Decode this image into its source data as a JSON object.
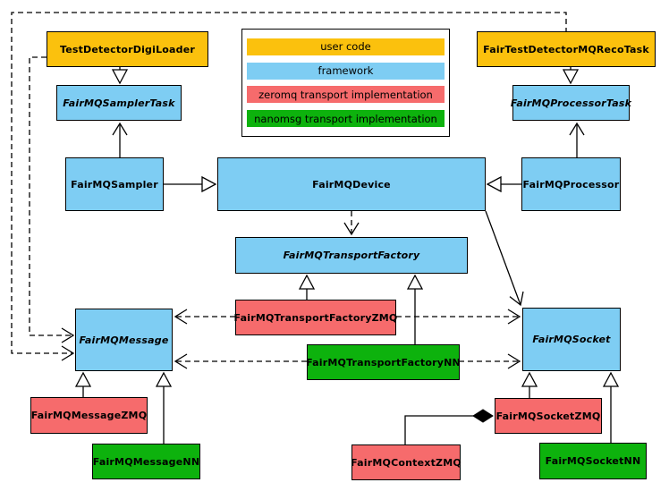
{
  "legend": {
    "items": [
      {
        "label": "user code",
        "category": "usercode"
      },
      {
        "label": "framework",
        "category": "framework"
      },
      {
        "label": "zeromq transport implementation",
        "category": "zeromq"
      },
      {
        "label": "nanomsg transport implementation",
        "category": "nanomsg"
      }
    ]
  },
  "colors": {
    "usercode": "#FBC10D",
    "framework": "#7ECDF3",
    "zeromq": "#F66B6C",
    "nanomsg": "#0DB20D",
    "border": "#000000",
    "background": "#FFFFFF"
  },
  "nodes": [
    {
      "id": "TestDetectorDigiLoader",
      "label": "TestDetectorDigiLoader",
      "category": "usercode",
      "abstract": false
    },
    {
      "id": "FairMQSamplerTask",
      "label": "FairMQSamplerTask",
      "category": "framework",
      "abstract": true
    },
    {
      "id": "FairTestDetectorMQRecoTask",
      "label": "FairTestDetectorMQRecoTask",
      "category": "usercode",
      "abstract": false
    },
    {
      "id": "FairMQProcessorTask",
      "label": "FairMQProcessorTask",
      "category": "framework",
      "abstract": true
    },
    {
      "id": "FairMQSampler",
      "label": "FairMQSampler",
      "category": "framework",
      "abstract": false
    },
    {
      "id": "FairMQDevice",
      "label": "FairMQDevice",
      "category": "framework",
      "abstract": false
    },
    {
      "id": "FairMQProcessor",
      "label": "FairMQProcessor",
      "category": "framework",
      "abstract": false
    },
    {
      "id": "FairMQTransportFactory",
      "label": "FairMQTransportFactory",
      "category": "framework",
      "abstract": true
    },
    {
      "id": "FairMQTransportFactoryZMQ",
      "label": "FairMQTransportFactoryZMQ",
      "category": "zeromq",
      "abstract": false
    },
    {
      "id": "FairMQTransportFactoryNN",
      "label": "FairMQTransportFactoryNN",
      "category": "nanomsg",
      "abstract": false
    },
    {
      "id": "FairMQMessage",
      "label": "FairMQMessage",
      "category": "framework",
      "abstract": true
    },
    {
      "id": "FairMQSocket",
      "label": "FairMQSocket",
      "category": "framework",
      "abstract": true
    },
    {
      "id": "FairMQMessageZMQ",
      "label": "FairMQMessageZMQ",
      "category": "zeromq",
      "abstract": false
    },
    {
      "id": "FairMQMessageNN",
      "label": "FairMQMessageNN",
      "category": "nanomsg",
      "abstract": false
    },
    {
      "id": "FairMQContextZMQ",
      "label": "FairMQContextZMQ",
      "category": "zeromq",
      "abstract": false
    },
    {
      "id": "FairMQSocketZMQ",
      "label": "FairMQSocketZMQ",
      "category": "zeromq",
      "abstract": false
    },
    {
      "id": "FairMQSocketNN",
      "label": "FairMQSocketNN",
      "category": "nanomsg",
      "abstract": false
    }
  ],
  "edges": [
    {
      "from": "TestDetectorDigiLoader",
      "to": "FairMQSamplerTask",
      "type": "inheritance"
    },
    {
      "from": "FairTestDetectorMQRecoTask",
      "to": "FairMQProcessorTask",
      "type": "inheritance"
    },
    {
      "from": "FairMQSampler",
      "to": "FairMQDevice",
      "type": "inheritance"
    },
    {
      "from": "FairMQProcessor",
      "to": "FairMQDevice",
      "type": "inheritance"
    },
    {
      "from": "FairMQTransportFactoryZMQ",
      "to": "FairMQTransportFactory",
      "type": "inheritance"
    },
    {
      "from": "FairMQTransportFactoryNN",
      "to": "FairMQTransportFactory",
      "type": "inheritance"
    },
    {
      "from": "FairMQMessageZMQ",
      "to": "FairMQMessage",
      "type": "inheritance"
    },
    {
      "from": "FairMQMessageNN",
      "to": "FairMQMessage",
      "type": "inheritance"
    },
    {
      "from": "FairMQSocketZMQ",
      "to": "FairMQSocket",
      "type": "inheritance"
    },
    {
      "from": "FairMQSocketNN",
      "to": "FairMQSocket",
      "type": "inheritance"
    },
    {
      "from": "FairMQSampler",
      "to": "FairMQSamplerTask",
      "type": "association"
    },
    {
      "from": "FairMQProcessor",
      "to": "FairMQProcessorTask",
      "type": "association"
    },
    {
      "from": "FairMQDevice",
      "to": "FairMQSocket",
      "type": "association"
    },
    {
      "from": "FairMQDevice",
      "to": "FairMQTransportFactory",
      "type": "dependency"
    },
    {
      "from": "TestDetectorDigiLoader",
      "to": "FairMQMessage",
      "type": "dependency"
    },
    {
      "from": "FairTestDetectorMQRecoTask",
      "to": "FairMQMessage",
      "type": "dependency"
    },
    {
      "from": "FairMQTransportFactoryZMQ",
      "to": "FairMQMessage",
      "type": "dependency"
    },
    {
      "from": "FairMQTransportFactoryZMQ",
      "to": "FairMQSocket",
      "type": "dependency"
    },
    {
      "from": "FairMQTransportFactoryNN",
      "to": "FairMQMessage",
      "type": "dependency"
    },
    {
      "from": "FairMQTransportFactoryNN",
      "to": "FairMQSocket",
      "type": "dependency"
    },
    {
      "from": "FairMQContextZMQ",
      "to": "FairMQSocketZMQ",
      "type": "composition"
    }
  ]
}
